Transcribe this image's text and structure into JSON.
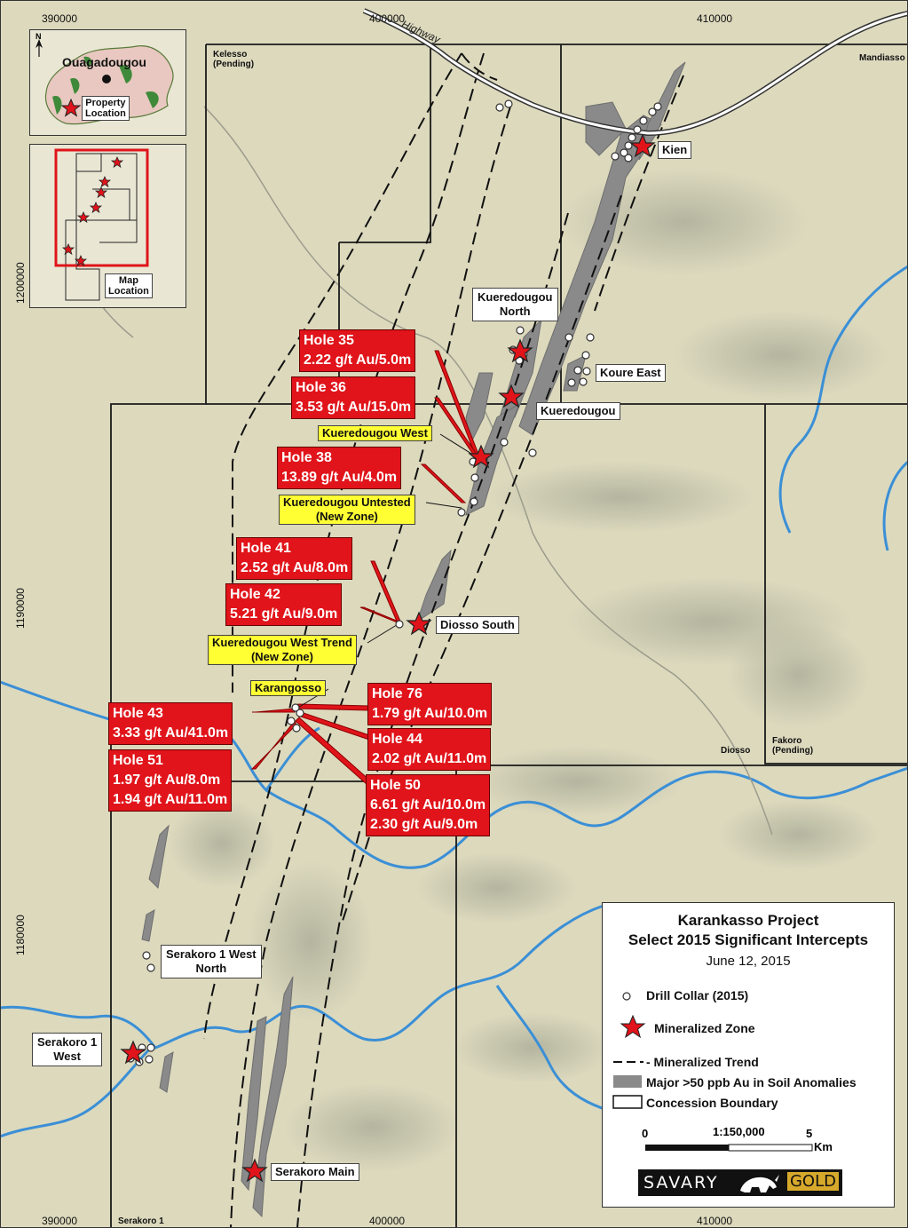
{
  "map": {
    "x_ticks": [
      "390000",
      "400000",
      "410000"
    ],
    "y_ticks": [
      "1200000",
      "1190000",
      "1180000"
    ],
    "road_label": "Highway",
    "concessions": [
      "Kelesso (Pending)",
      "Mandiasso",
      "Diosso",
      "Fakoro (Pending)",
      "Serakoro 1"
    ],
    "kelesso_line1": "Kelesso",
    "kelesso_line2": "(Pending)",
    "mandiasso": "Mandiasso",
    "diosso": "Diosso",
    "fakoro_line1": "Fakoro",
    "fakoro_line2": "(Pending)",
    "serakoro1": "Serakoro 1"
  },
  "inset": {
    "country_city": "Ouagadougou",
    "north_symbol": "N",
    "property_line1": "Property",
    "property_line2": "Location",
    "map_line1": "Map",
    "map_line2": "Location"
  },
  "zones": {
    "kien": "Kien",
    "kueredougou_north_1": "Kueredougou",
    "kueredougou_north_2": "North",
    "koure_east": "Koure East",
    "kueredougou": "Kueredougou",
    "diosso_south": "Diosso South",
    "serakoro_main": "Serakoro Main",
    "serakoro1_west_1": "Serakoro 1",
    "serakoro1_west_2": "West",
    "serakoro1_west_north_1": "Serakoro 1 West",
    "serakoro1_west_north_2": "North"
  },
  "yellow_labels": {
    "kw": "Kueredougou West",
    "ku1": "Kueredougou Untested",
    "ku2": "(New Zone)",
    "kwt1": "Kueredougou West Trend",
    "kwt2": "(New Zone)",
    "karangosso": "Karangosso"
  },
  "intercepts": {
    "h35": {
      "hole": "Hole 35",
      "v1": "2.22 g/t Au/5.0m"
    },
    "h36": {
      "hole": "Hole 36",
      "v1": "3.53 g/t Au/15.0m"
    },
    "h38": {
      "hole": "Hole 38",
      "v1": "13.89 g/t Au/4.0m"
    },
    "h41": {
      "hole": "Hole 41",
      "v1": "2.52 g/t Au/8.0m"
    },
    "h42": {
      "hole": "Hole 42",
      "v1": "5.21 g/t Au/9.0m"
    },
    "h43": {
      "hole": "Hole 43",
      "v1": "3.33 g/t Au/41.0m"
    },
    "h51": {
      "hole": "Hole 51",
      "v1": "1.97 g/t Au/8.0m",
      "v2": "1.94 g/t Au/11.0m"
    },
    "h76": {
      "hole": "Hole 76",
      "v1": "1.79 g/t Au/10.0m"
    },
    "h44": {
      "hole": "Hole 44",
      "v1": "2.02 g/t Au/11.0m"
    },
    "h50": {
      "hole": "Hole 50",
      "v1": "6.61 g/t Au/10.0m",
      "v2": "2.30 g/t Au/9.0m"
    }
  },
  "legend": {
    "title1": "Karankasso Project",
    "title2": "Select 2015 Significant Intercepts",
    "date": "June 12, 2015",
    "drill": "Drill Collar (2015)",
    "zone": "Mineralized Zone",
    "trend": "- Mineralized Trend",
    "soil": "Major >50 ppb Au in Soil Anomalies",
    "boundary": "Concession Boundary",
    "scale0": "0",
    "scale_ratio": "1:150,000",
    "scale5": "5",
    "scale_unit": "Km",
    "logo_left": "SAVARY",
    "logo_right": "GOLD"
  },
  "colors": {
    "intercept_red": "#e0141a",
    "highlight_yellow": "#ffff33",
    "river_blue": "#3b8fd6",
    "soil_gray": "#8a8a8a",
    "background": "#dcd9bd"
  }
}
